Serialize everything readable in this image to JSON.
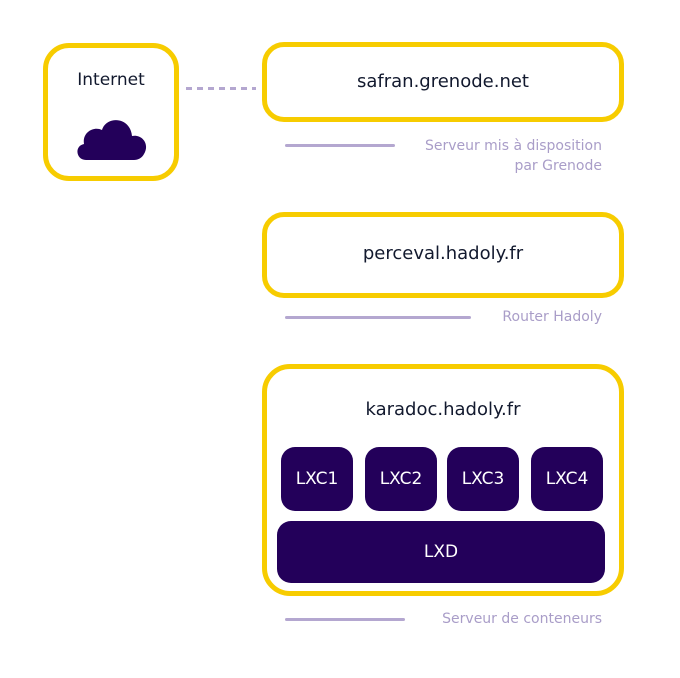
{
  "internet": {
    "label": "Internet",
    "icon": "cloud-icon"
  },
  "nodes": [
    {
      "title": "safran.grenode.net",
      "caption_line1": "Serveur mis à disposition",
      "caption_line2": "par Grenode"
    },
    {
      "title": "perceval.hadoly.fr",
      "caption_line1": "Router Hadoly"
    },
    {
      "title": "karadoc.hadoly.fr",
      "caption_line1": "Serveur de conteneurs",
      "containers": [
        "LXC1",
        "LXC2",
        "LXC3",
        "LXC4"
      ],
      "base": "LXD"
    }
  ],
  "colors": {
    "border": "#f7cc00",
    "dark": "#23005a",
    "caption": "#a99dc8"
  }
}
